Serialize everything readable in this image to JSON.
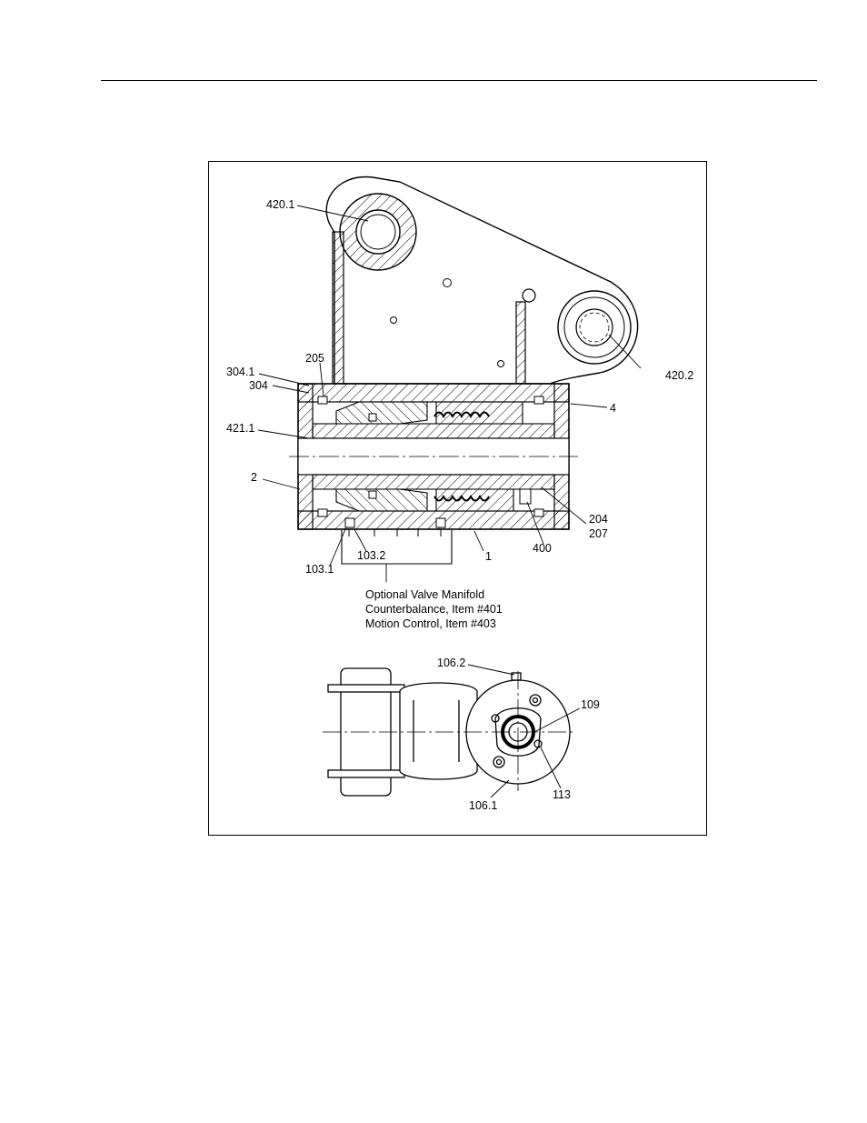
{
  "callouts": {
    "c420_1": "420.1",
    "c420_2": "420.2",
    "c205": "205",
    "c304_1": "304.1",
    "c304": "304",
    "c4": "4",
    "c421_1": "421.1",
    "c2": "2",
    "c204": "204",
    "c207": "207",
    "c400": "400",
    "c1": "1",
    "c103_2": "103.2",
    "c103_1": "103.1",
    "c106_2": "106.2",
    "c109": "109",
    "c113": "113",
    "c106_1": "106.1"
  },
  "manifold_note": {
    "line1": "Optional Valve Manifold",
    "line2": "Counterbalance, Item #401",
    "line3": "Motion Control, Item #403"
  }
}
